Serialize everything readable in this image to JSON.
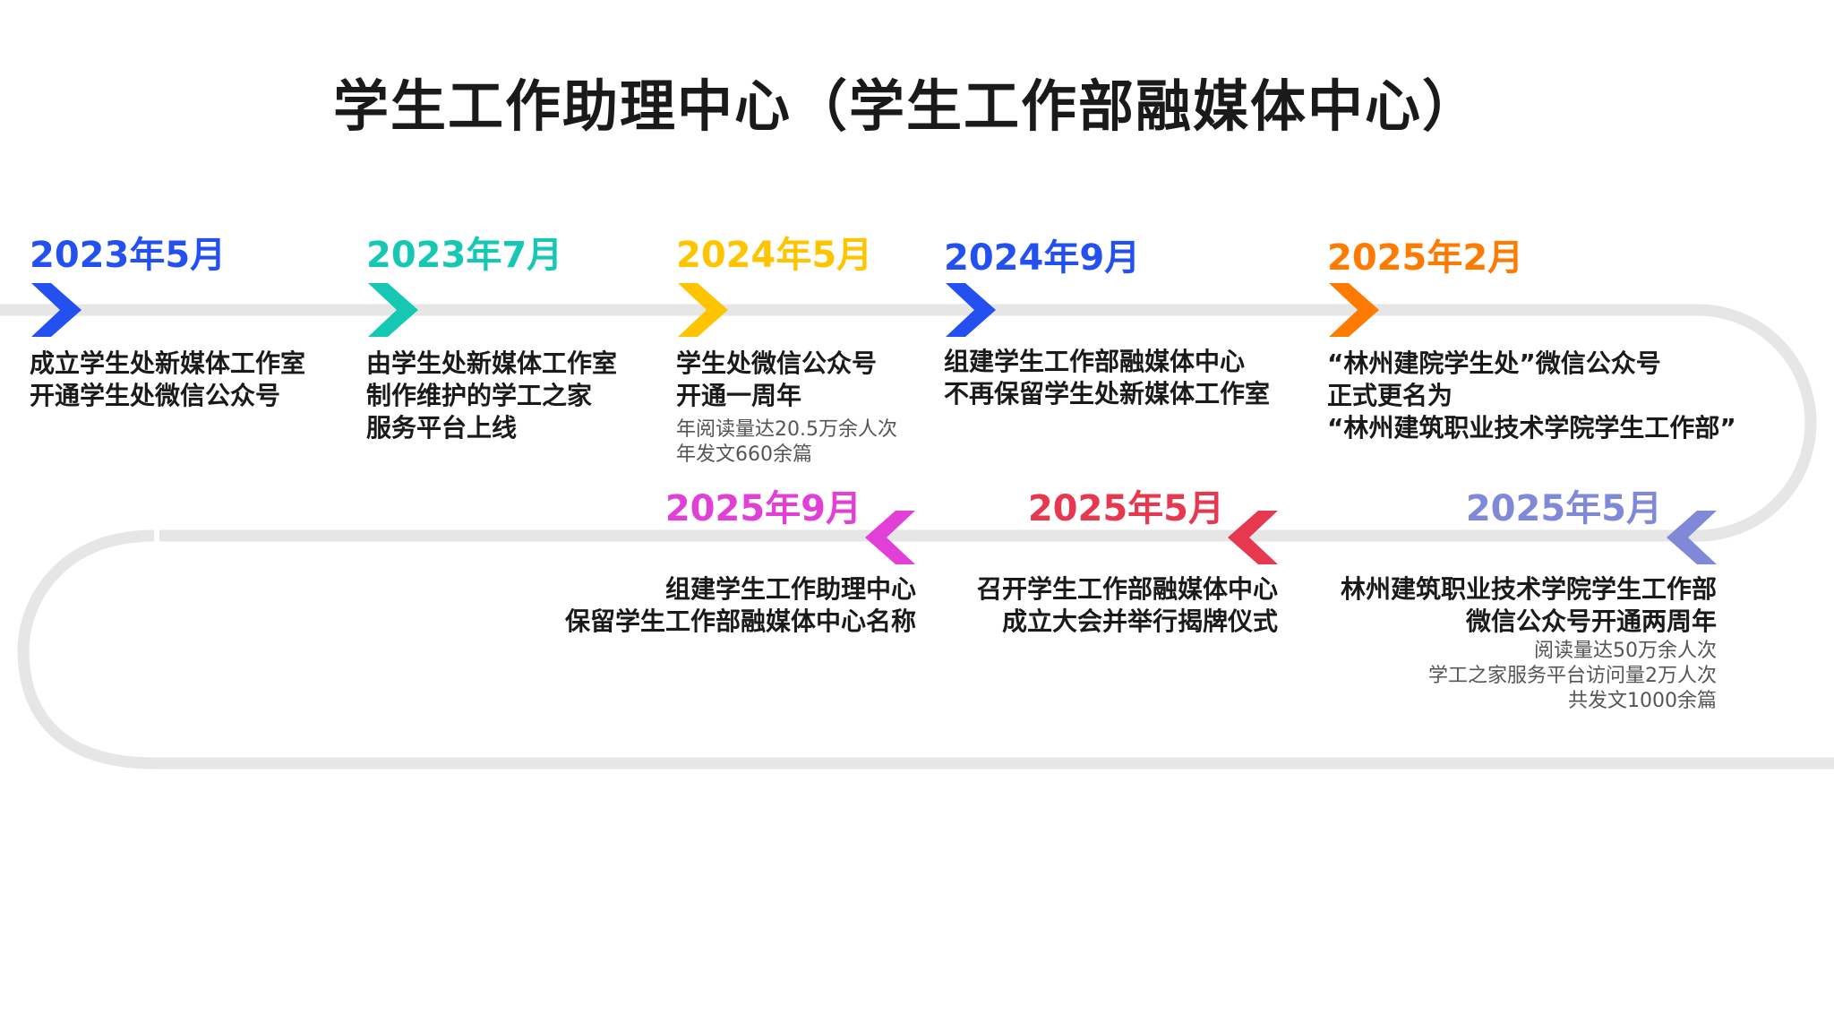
{
  "title": "学生工作助理中心（学生工作部融媒体中心）",
  "colors": {
    "track": "#e6e6e6"
  },
  "events": [
    {
      "date": "2023年5月",
      "color": "#2450f0",
      "lines": [
        "成立学生处新媒体工作室",
        "开通学生处微信公众号"
      ],
      "sub": []
    },
    {
      "date": "2023年7月",
      "color": "#16c8b4",
      "lines": [
        "由学生处新媒体工作室",
        "制作维护的学工之家",
        "服务平台上线"
      ],
      "sub": []
    },
    {
      "date": "2024年5月",
      "color": "#ffc400",
      "lines": [
        "学生处微信公众号",
        "开通一周年"
      ],
      "sub": [
        "年阅读量达20.5万余人次",
        "年发文660余篇"
      ]
    },
    {
      "date": "2024年9月",
      "color": "#2450f0",
      "lines": [
        "组建学生工作部融媒体中心",
        "不再保留学生处新媒体工作室"
      ],
      "sub": []
    },
    {
      "date": "2025年2月",
      "color": "#ff7a00",
      "lines": [
        "“林州建院学生处”微信公众号",
        "正式更名为",
        "“林州建筑职业技术学院学生工作部”"
      ],
      "sub": []
    },
    {
      "date": "2025年5月",
      "color": "#8088d8",
      "lines": [
        "林州建筑职业技术学院学生工作部",
        "微信公众号开通两周年"
      ],
      "sub": [
        "阅读量达50万余人次",
        "学工之家服务平台访问量2万人次",
        "共发文1000余篇"
      ]
    },
    {
      "date": "2025年5月",
      "color": "#e63950",
      "lines": [
        "召开学生工作部融媒体中心",
        "成立大会并举行揭牌仪式"
      ],
      "sub": []
    },
    {
      "date": "2025年9月",
      "color": "#e23fd6",
      "lines": [
        "组建学生工作助理中心",
        "保留学生工作部融媒体中心名称"
      ],
      "sub": []
    }
  ]
}
